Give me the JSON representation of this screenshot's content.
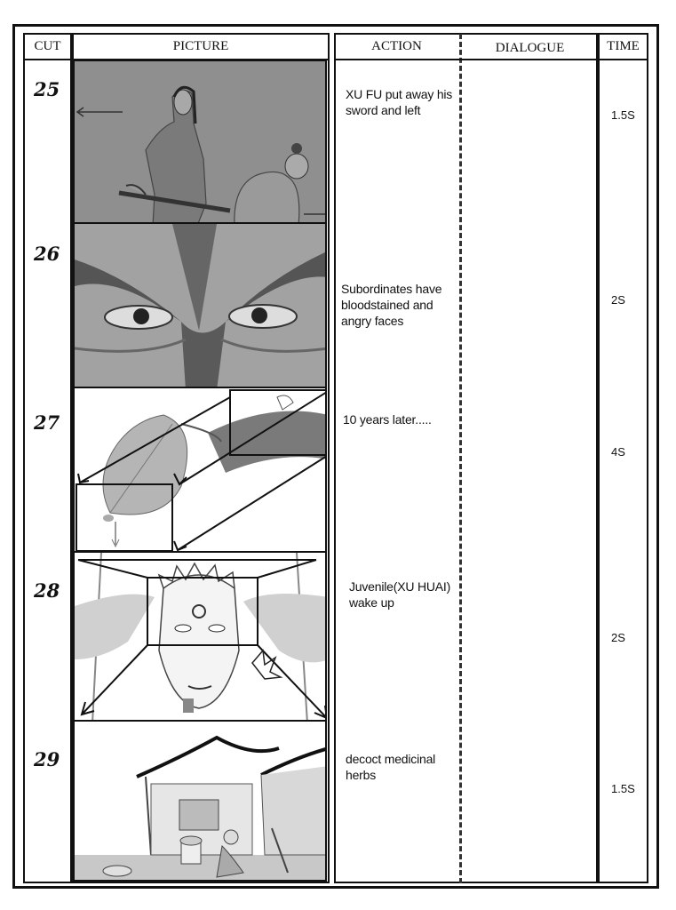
{
  "headers": {
    "cut": "CUT",
    "picture": "PICTURE",
    "action": "ACTION",
    "dialogue": "DIALOGUE",
    "time": "TIME"
  },
  "rows": [
    {
      "cut": "25",
      "action": "XU FU put away his sword and left",
      "dialogue": "",
      "time": "1.5S"
    },
    {
      "cut": "26",
      "action": "Subordinates have bloodstained and angry faces",
      "dialogue": "",
      "time": "2S"
    },
    {
      "cut": "27",
      "action": "10 years later.....",
      "dialogue": "",
      "time": "4S"
    },
    {
      "cut": "28",
      "action": "Juvenile(XU HUAI) wake up",
      "dialogue": "",
      "time": "2S"
    },
    {
      "cut": "29",
      "action": "decoct medicinal herbs",
      "dialogue": "",
      "time": "1.5S"
    }
  ]
}
